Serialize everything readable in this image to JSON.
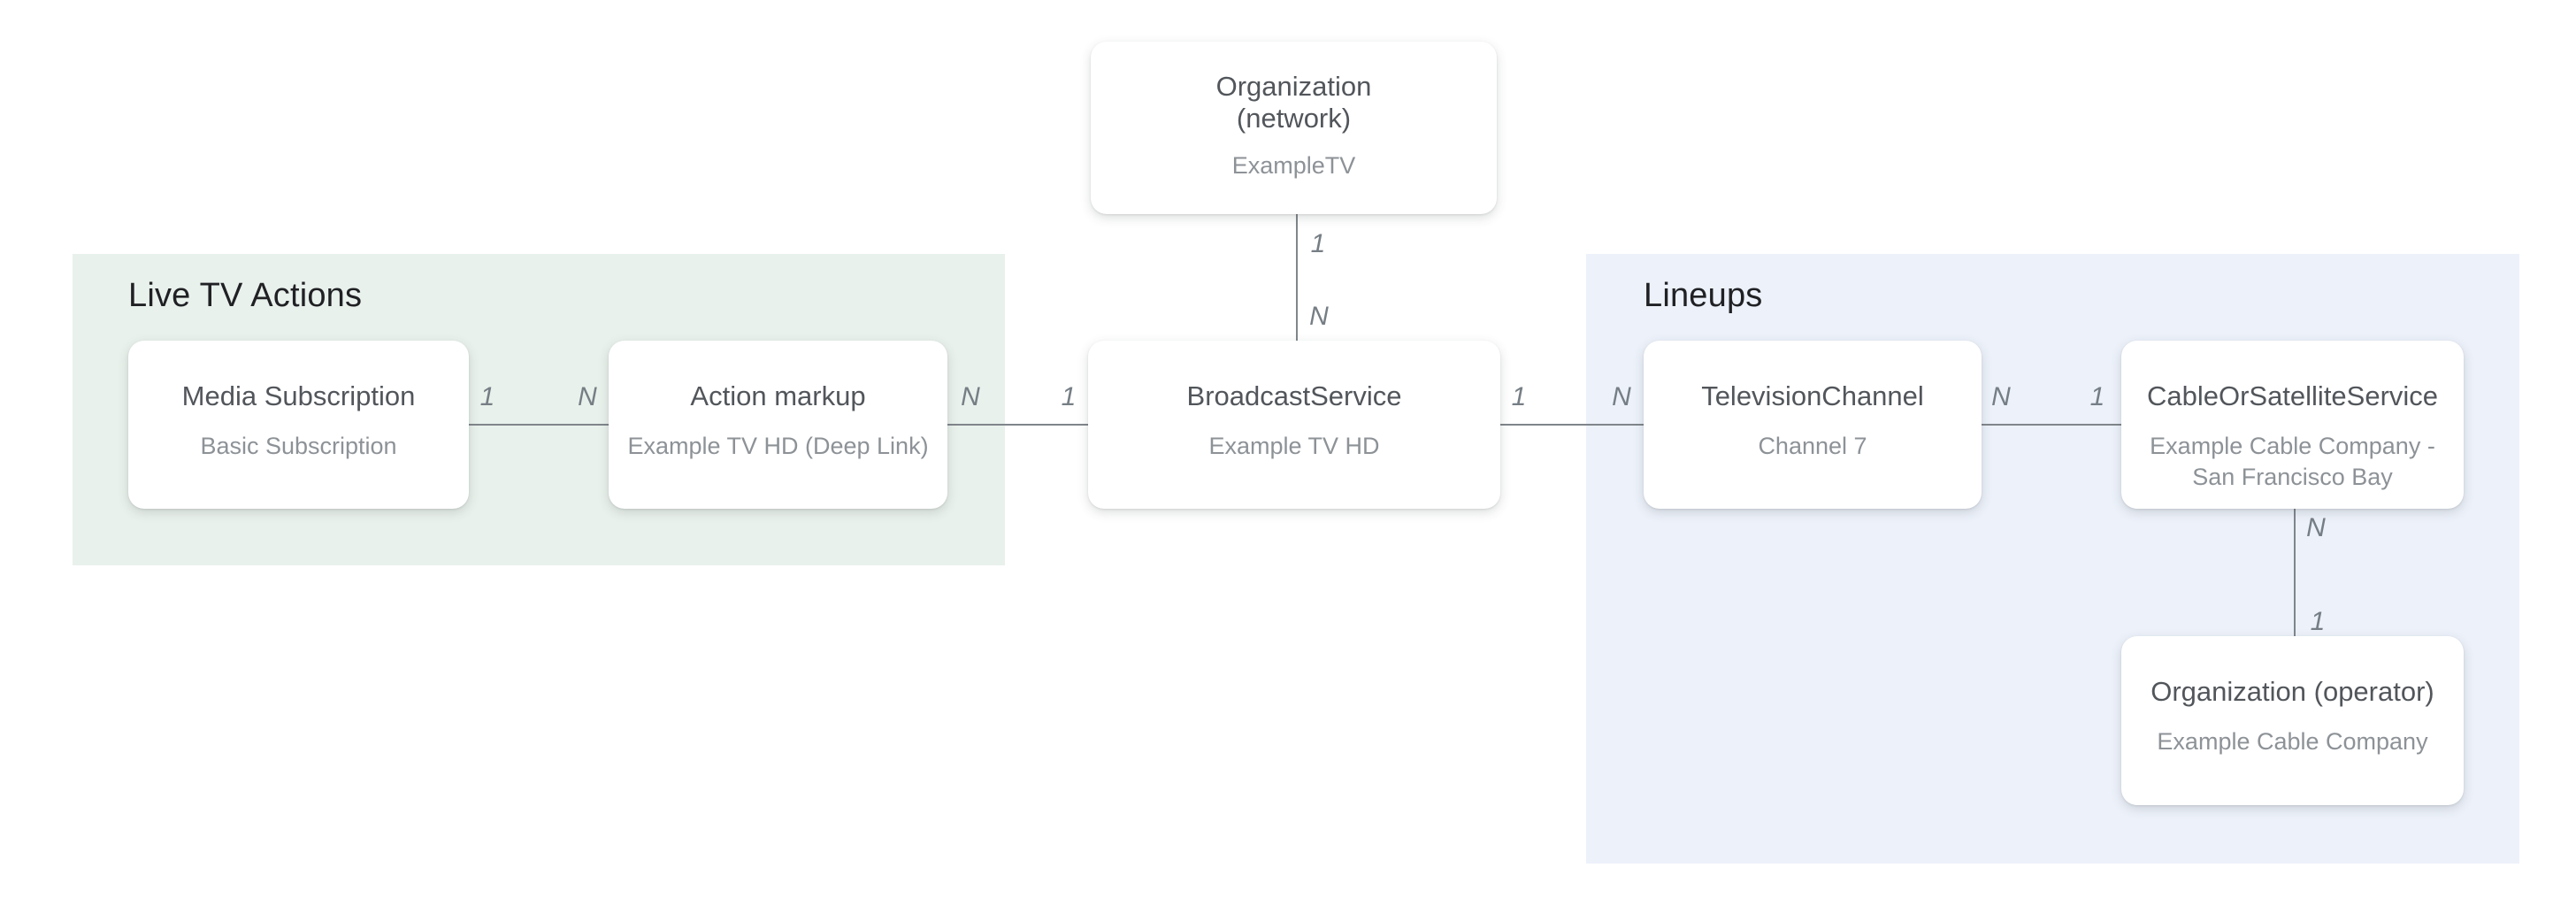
{
  "diagram": {
    "regions": [
      {
        "id": "live-tv-actions",
        "label": "Live TV Actions"
      },
      {
        "id": "lineups",
        "label": "Lineups"
      }
    ],
    "nodes": [
      {
        "id": "organization-network",
        "title": "Organization (network)",
        "subtitle": "ExampleTV"
      },
      {
        "id": "media-subscription",
        "title": "Media Subscription",
        "subtitle": "Basic Subscription"
      },
      {
        "id": "action-markup",
        "title": "Action markup",
        "subtitle": "Example TV HD (Deep Link)"
      },
      {
        "id": "broadcast-service",
        "title": "BroadcastService",
        "subtitle": "Example TV HD"
      },
      {
        "id": "television-channel",
        "title": "TelevisionChannel",
        "subtitle": "Channel 7"
      },
      {
        "id": "cable-or-satellite-service",
        "title": "CableOrSatelliteService",
        "subtitle": "Example Cable Company - San Francisco Bay"
      },
      {
        "id": "organization-operator",
        "title": "Organization (operator)",
        "subtitle": "Example Cable Company"
      }
    ],
    "edges": [
      {
        "from": "organization-network",
        "to": "broadcast-service",
        "from_label": "1",
        "to_label": "N"
      },
      {
        "from": "media-subscription",
        "to": "action-markup",
        "from_label": "1",
        "to_label": "N"
      },
      {
        "from": "action-markup",
        "to": "broadcast-service",
        "from_label": "N",
        "to_label": "1"
      },
      {
        "from": "broadcast-service",
        "to": "television-channel",
        "from_label": "1",
        "to_label": "N"
      },
      {
        "from": "television-channel",
        "to": "cable-or-satellite-service",
        "from_label": "N",
        "to_label": "1"
      },
      {
        "from": "cable-or-satellite-service",
        "to": "organization-operator",
        "from_label": "N",
        "to_label": "1"
      }
    ],
    "colors": {
      "canvas_bg": "#ffffff",
      "live_tv_actions_bg": "#e9f1ec",
      "lineups_bg": "#ecf1fa",
      "node_bg": "#ffffff",
      "connector": "#80868b",
      "node_title": "#52565b",
      "node_subtitle": "#8d9297",
      "heading": "#202124",
      "cardinality": "#767e85"
    }
  }
}
